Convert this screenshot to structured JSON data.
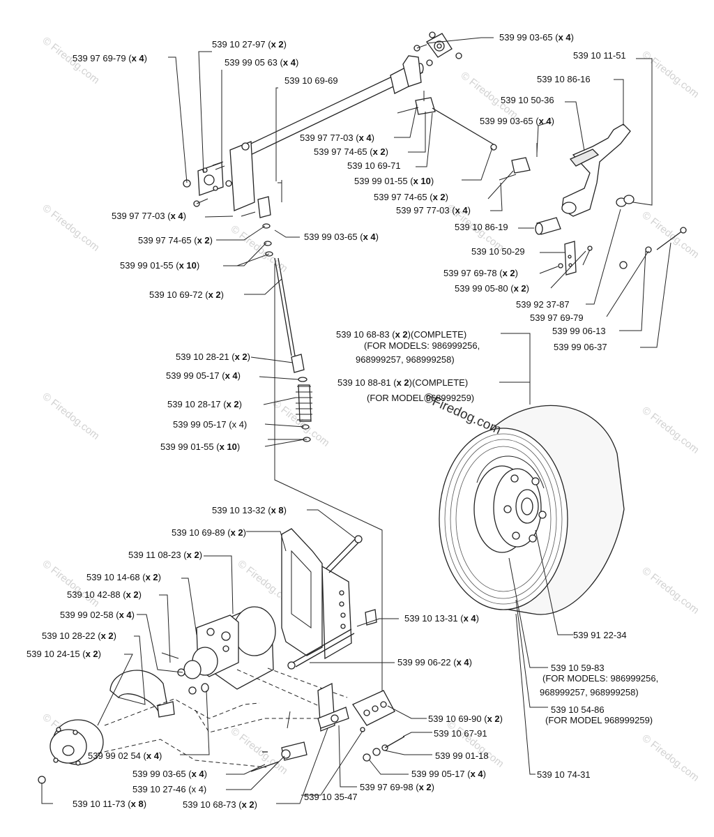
{
  "watermark": "© Firedog.com",
  "stamp": "©Firedog.com",
  "callouts": [
    {
      "id": "c01",
      "part": "539 97 69-79",
      "qty": "(x 4)"
    },
    {
      "id": "c02",
      "part": "539 10 27-97",
      "qty": "(x 2)"
    },
    {
      "id": "c03",
      "part": "539 99 05 63",
      "qty": "(x 4)"
    },
    {
      "id": "c04",
      "part": "539 10 69-69",
      "qty": ""
    },
    {
      "id": "c05",
      "part": "539 99 03-65",
      "qty": "(x 4)"
    },
    {
      "id": "c06",
      "part": "539 10 11-51",
      "qty": ""
    },
    {
      "id": "c07",
      "part": "539 10 86-16",
      "qty": ""
    },
    {
      "id": "c08",
      "part": "539 10 50-36",
      "qty": ""
    },
    {
      "id": "c09",
      "part": "539 99 03-65",
      "qty": "(x 4)"
    },
    {
      "id": "c10",
      "part": "539 97 77-03",
      "qty": "(x 4)"
    },
    {
      "id": "c11",
      "part": "539 97 74-65",
      "qty": "(x 2)"
    },
    {
      "id": "c12",
      "part": "539 10 69-71",
      "qty": ""
    },
    {
      "id": "c13",
      "part": "539 99 01-55",
      "qty": "(x 10)"
    },
    {
      "id": "c14",
      "part": "539 97 74-65",
      "qty": "(x 2)"
    },
    {
      "id": "c15",
      "part": "539 97 77-03",
      "qty": "(x 4)"
    },
    {
      "id": "c16",
      "part": "539 10 86-19",
      "qty": ""
    },
    {
      "id": "c17",
      "part": "539 97 77-03",
      "qty": "(x 4)"
    },
    {
      "id": "c18",
      "part": "539 97 74-65",
      "qty": "(x 2)"
    },
    {
      "id": "c19",
      "part": "539 99 03-65",
      "qty": "(x 4)"
    },
    {
      "id": "c20",
      "part": "539 99 01-55",
      "qty": "(x 10)"
    },
    {
      "id": "c21",
      "part": "539 10 50-29",
      "qty": ""
    },
    {
      "id": "c22",
      "part": "539 97 69-78",
      "qty": "(x 2)"
    },
    {
      "id": "c23",
      "part": "539 99 05-80",
      "qty": "(x 2)"
    },
    {
      "id": "c24",
      "part": "539 10 69-72",
      "qty": "(x 2)"
    },
    {
      "id": "c25",
      "part": "539 92 37-87",
      "qty": ""
    },
    {
      "id": "c26",
      "part": "539 97 69-79",
      "qty": ""
    },
    {
      "id": "c27",
      "part": "539 99 06-13",
      "qty": ""
    },
    {
      "id": "c28",
      "part": "539 99 06-37",
      "qty": ""
    },
    {
      "id": "c29",
      "part": "539 10 68-83",
      "qty": "(x 2)",
      "suffix": "(COMPLETE)"
    },
    {
      "id": "c30",
      "part": "539 10 28-21",
      "qty": "(x 2)"
    },
    {
      "id": "c31",
      "part": "539 99 05-17",
      "qty": "(x 4)"
    },
    {
      "id": "c32",
      "part": "539 10 88-81",
      "qty": "(x 2)",
      "suffix": "(COMPLETE)"
    },
    {
      "id": "c33",
      "part": "539 10 28-17",
      "qty": "(x 2)"
    },
    {
      "id": "c34",
      "part": "539 99 05-17",
      "qty": "(x 4)",
      "plain": true
    },
    {
      "id": "c35",
      "part": "539 99 01-55",
      "qty": "(x 10)"
    },
    {
      "id": "c36",
      "part": "539 10 13-32",
      "qty": "(x 8)"
    },
    {
      "id": "c37",
      "part": "539 10 69-89",
      "qty": "(x 2)"
    },
    {
      "id": "c38",
      "part": "539 11 08-23",
      "qty": "(x 2)"
    },
    {
      "id": "c39",
      "part": "539 10 14-68",
      "qty": "(x 2)"
    },
    {
      "id": "c40",
      "part": "539 10 42-88",
      "qty": "(x 2)"
    },
    {
      "id": "c41",
      "part": "539 99 02-58",
      "qty": "(x 4)"
    },
    {
      "id": "c42",
      "part": "539 10 28-22",
      "qty": "(x 2)"
    },
    {
      "id": "c43",
      "part": "539 10 24-15",
      "qty": "(x 2)"
    },
    {
      "id": "c44",
      "part": "539 10 13-31",
      "qty": "(x 4)"
    },
    {
      "id": "c45",
      "part": "539 91 22-34",
      "qty": ""
    },
    {
      "id": "c46",
      "part": "539 99 06-22",
      "qty": "(x 4)"
    },
    {
      "id": "c47",
      "part": "539 10 59-83",
      "qty": ""
    },
    {
      "id": "c48",
      "part": "539 10 54-86",
      "qty": ""
    },
    {
      "id": "c49",
      "part": "539 10 69-90",
      "qty": "(x 2)"
    },
    {
      "id": "c50",
      "part": "539 10 67-91",
      "qty": ""
    },
    {
      "id": "c51",
      "part": "539 99 01-18",
      "qty": ""
    },
    {
      "id": "c52",
      "part": "539 99 02 54",
      "qty": "(x 4)"
    },
    {
      "id": "c53",
      "part": "539 99 03-65",
      "qty": "(x 4)"
    },
    {
      "id": "c54",
      "part": "539 99 05-17",
      "qty": "(x 4)"
    },
    {
      "id": "c55",
      "part": "539 10 27-46",
      "qty": "(x 4)",
      "plain": true
    },
    {
      "id": "c56",
      "part": "539 97 69-98",
      "qty": "(x 2)"
    },
    {
      "id": "c57",
      "part": "539 10 35-47",
      "qty": ""
    },
    {
      "id": "c58",
      "part": "539 10 11-73",
      "qty": "(x 8)"
    },
    {
      "id": "c59",
      "part": "539 10 68-73",
      "qty": "(x 2)"
    },
    {
      "id": "c60",
      "part": "539 10 74-31",
      "qty": ""
    }
  ],
  "notes": {
    "c29_a": "(FOR MODELS: 986999256,",
    "c29_b": "968999257, 968999258)",
    "c32_a": "(FOR MODEL 968999259)",
    "c47_a": "(FOR MODELS: 986999256,",
    "c47_b": "968999257, 968999258)",
    "c48_a": "(FOR MODEL 968999259)"
  }
}
